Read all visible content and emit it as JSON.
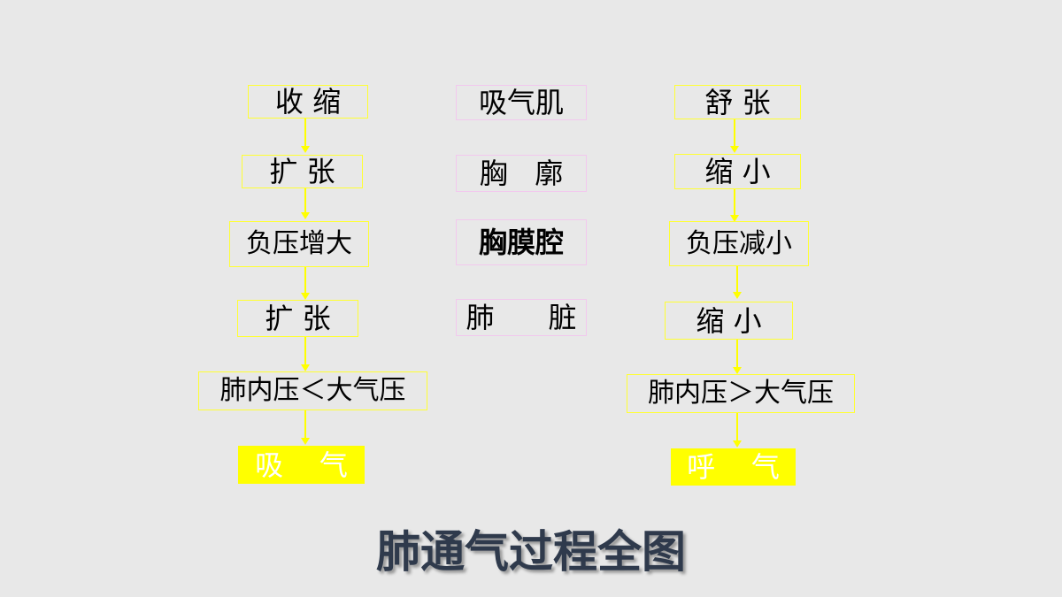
{
  "left_column": {
    "b1": "收 缩",
    "b2": "扩 张",
    "b3": "负压增大",
    "b4": "扩 张",
    "b5": "肺内压＜大气压",
    "b6": "吸    气"
  },
  "middle_column": {
    "b1": "吸气肌",
    "b2": "胸   廓",
    "b3": "胸膜腔",
    "b4": "肺      脏"
  },
  "right_column": {
    "b1": "舒 张",
    "b2": "缩 小",
    "b3": "负压减小",
    "b4": "缩 小",
    "b5": "肺内压＞大气压",
    "b6": "呼    气"
  },
  "title": "肺通气过程全图"
}
